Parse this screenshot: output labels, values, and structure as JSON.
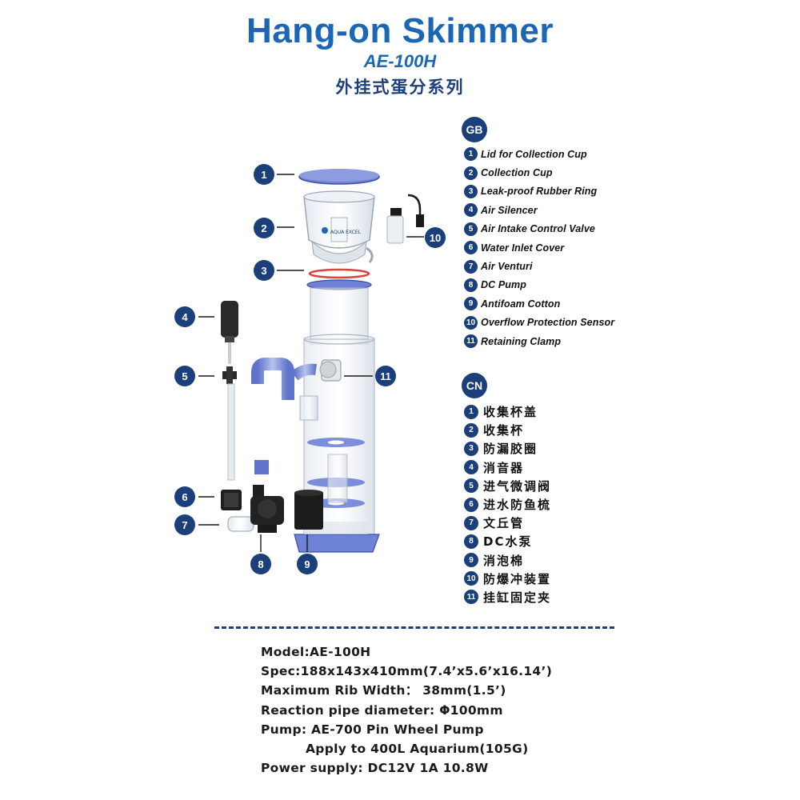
{
  "header": {
    "title": "Hang-on Skimmer",
    "model": "AE-100H",
    "cn_title": "外挂式蛋分系列"
  },
  "sections": {
    "gb_badge": "GB",
    "cn_badge": "CN"
  },
  "parts_gb": [
    {
      "n": "1",
      "label": "Lid for Collection Cup"
    },
    {
      "n": "2",
      "label": "Collection Cup"
    },
    {
      "n": "3",
      "label": "Leak-proof Rubber Ring"
    },
    {
      "n": "4",
      "label": "Air Silencer"
    },
    {
      "n": "5",
      "label": "Air Intake Control Valve"
    },
    {
      "n": "6",
      "label": "Water Inlet Cover"
    },
    {
      "n": "7",
      "label": "Air Venturi"
    },
    {
      "n": "8",
      "label": "DC Pump"
    },
    {
      "n": "9",
      "label": "Antifoam Cotton"
    },
    {
      "n": "10",
      "label": "Overflow Protection Sensor"
    },
    {
      "n": "11",
      "label": "Retaining Clamp"
    }
  ],
  "parts_cn": [
    {
      "n": "1",
      "label": "收集杯盖"
    },
    {
      "n": "2",
      "label": "收集杯"
    },
    {
      "n": "3",
      "label": "防漏胶圈"
    },
    {
      "n": "4",
      "label": "消音器"
    },
    {
      "n": "5",
      "label": "进气微调阀"
    },
    {
      "n": "6",
      "label": "进水防鱼梳"
    },
    {
      "n": "7",
      "label": "文丘管"
    },
    {
      "n": "8",
      "label": "DC水泵"
    },
    {
      "n": "9",
      "label": "消泡棉"
    },
    {
      "n": "10",
      "label": "防爆冲装置"
    },
    {
      "n": "11",
      "label": "挂缸固定夹"
    }
  ],
  "diagram": {
    "cup_brand": "AQUA EXCEL",
    "callouts": [
      "1",
      "2",
      "3",
      "4",
      "5",
      "6",
      "7",
      "8",
      "9",
      "10",
      "11"
    ]
  },
  "specs": [
    "Model:AE-100H",
    "Spec:188x143x410mm(7.4’x5.6’x16.14’)",
    "Maximum Rib Width： 38mm(1.5’)",
    "Reaction pipe diameter: Φ100mm",
    "Pump: AE-700 Pin Wheel Pump",
    "Apply to 400L Aquarium(105G)",
    "Power supply: DC12V 1A 10.8W"
  ],
  "colors": {
    "primary_blue": "#1b67b5",
    "navy": "#1b3f7a",
    "acrylic_blue": "#6f83d6"
  }
}
